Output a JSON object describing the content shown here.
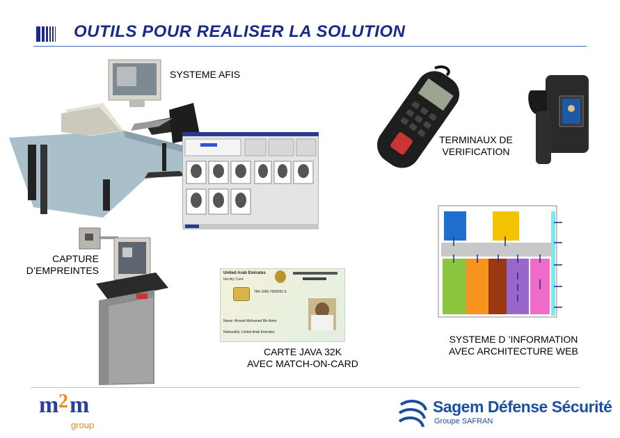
{
  "slide": {
    "title": "OUTILS POUR REALISER LA SOLUTION",
    "labels": {
      "afis": "SYSTEME AFIS",
      "terminaux_1": "TERMINAUX DE",
      "terminaux_2": "VERIFICATION",
      "capture_1": "CAPTURE",
      "capture_2": "D’EMPREINTES",
      "carte_1": "CARTE JAVA 32K",
      "carte_2": "AVEC MATCH-ON-CARD",
      "si_1": "SYSTEME D ’INFORMATION",
      "si_2": "AVEC ARCHITECTURE WEB"
    },
    "id_card": {
      "header_en": "United Arab Emirates",
      "header_sub": "Identity Card",
      "number": "784-1965-7658391-5",
      "name": "Name: Ahmad Mohamed Bin Amer",
      "nationality": "Nationality: United Arab Emirates"
    }
  },
  "footer": {
    "left_logo": {
      "m1": "m",
      "num": "2",
      "m2": "m",
      "sub": "group"
    },
    "right_logo": {
      "brand": "Sagem Défense Sécurité",
      "sub": "Groupe SAFRAN"
    }
  },
  "colors": {
    "title": "#1a2a8c",
    "blue_block": "#1f6fd0",
    "yellow_block": "#f5c400",
    "green_col": "#8cc63f",
    "orange_col": "#f7941d",
    "brown_col": "#9b3a12",
    "purple_col": "#9966cc",
    "pink_col": "#f06ac8",
    "cyan_bar": "#7fe7f0"
  }
}
